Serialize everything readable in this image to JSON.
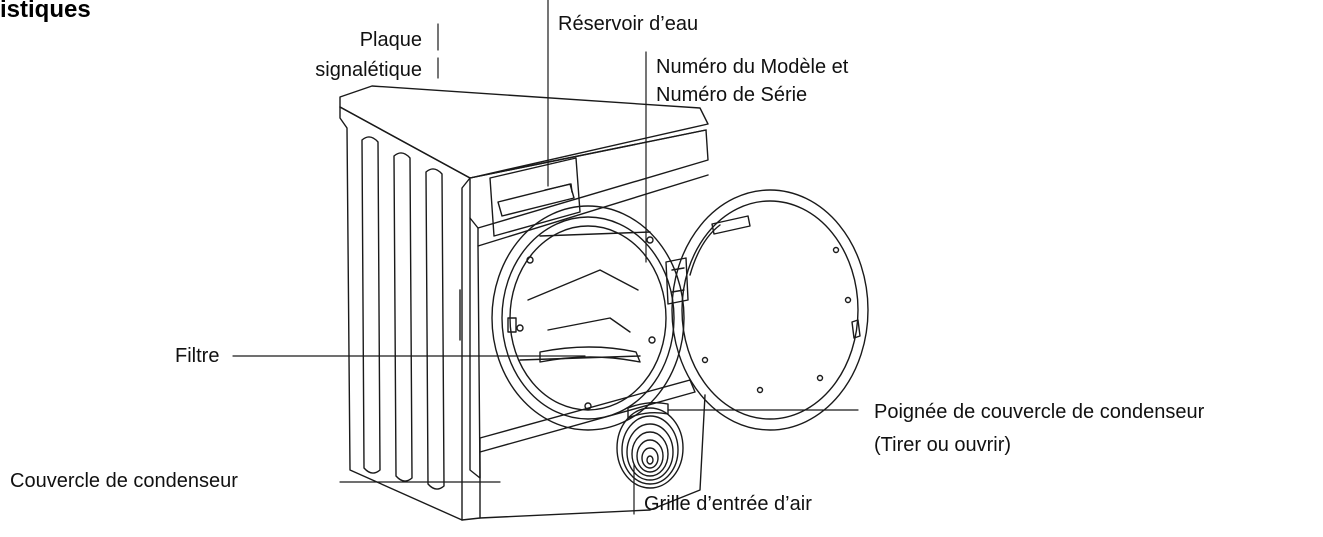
{
  "heading": "istiques",
  "labels": {
    "plaque_line1": "Plaque",
    "plaque_line2": "signalétique",
    "reservoir": "Réservoir d’eau",
    "numero_line1": "Numéro du Modèle et",
    "numero_line2": "Numéro de Série",
    "filtre": "Filtre",
    "poignee_line1": "Poignée de couvercle de condenseur",
    "poignee_line2": "(Tirer ou ouvrir)",
    "couvercle": "Couvercle de condenseur",
    "grille": "Grille d’entrée d’air"
  },
  "colors": {
    "line": "#1a1a1a",
    "text": "#111111",
    "background": "#ffffff"
  }
}
